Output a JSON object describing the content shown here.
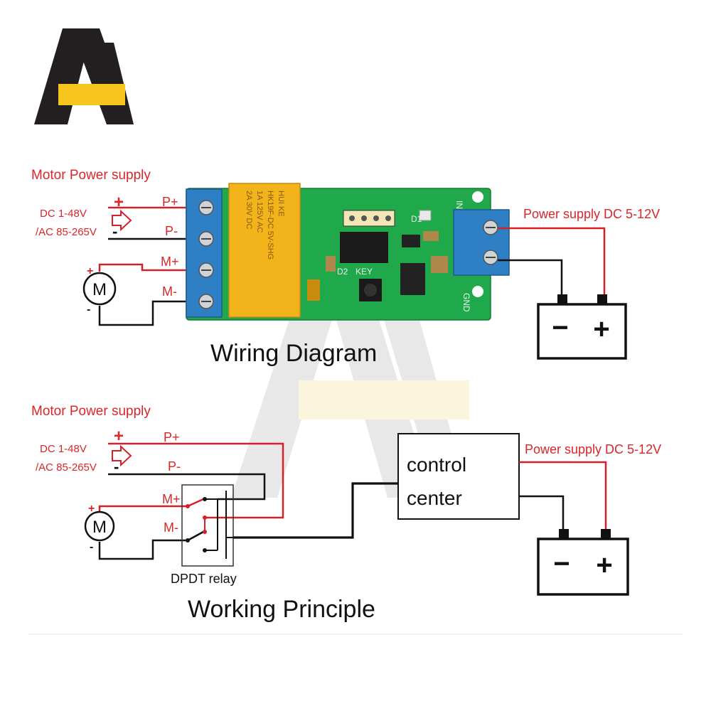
{
  "wiring": {
    "motor_supply_label": "Motor Power supply",
    "dc_label": "DC 1-48V",
    "ac_label": "/AC 85-265V",
    "plus_sign": "+",
    "minus_sign": "-",
    "terminals": [
      "P+",
      "P-",
      "M+",
      "M-"
    ],
    "motor_letter": "M",
    "power_supply_label": "Power supply DC 5-12V",
    "board_labels": {
      "d1": "D1",
      "d2": "D2",
      "key": "KEY",
      "gnd": "GND",
      "in": "IN"
    },
    "relay_text": [
      "HUI KE",
      "HK19F-DC 5V-SHG",
      "1A 125V AC",
      "2A 30V DC"
    ],
    "title": "Wiring Diagram"
  },
  "principle": {
    "motor_supply_label": "Motor Power supply",
    "dc_label": "DC 1-48V",
    "ac_label": "/AC 85-265V",
    "plus_sign": "+",
    "minus_sign": "-",
    "terminals": [
      "P+",
      "P-",
      "M+",
      "M-"
    ],
    "motor_letter": "M",
    "relay_label": "DPDT relay",
    "control_line1": "control",
    "control_line2": "center",
    "power_supply_label": "Power supply DC 5-12V",
    "title": "Working Principle"
  },
  "battery": {
    "minus": "−",
    "plus": "+"
  },
  "colors": {
    "wire_red": "#d62027",
    "label_red": "#d9262b",
    "pcb_green": "#1fa94b",
    "terminal_blue": "#2f7fc4",
    "relay_yellow": "#f2b31b",
    "logo_dark": "#231f20",
    "logo_yellow": "#f7c51e"
  },
  "icons": [
    "brand-logo",
    "motor-icon",
    "battery-icon",
    "arrow-icon"
  ]
}
